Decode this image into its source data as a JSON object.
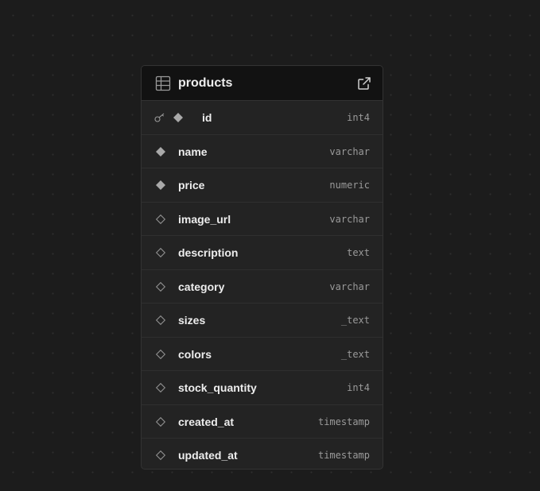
{
  "table": {
    "name": "products",
    "header_icon": "table-icon",
    "action_icon": "external-link-icon",
    "columns": [
      {
        "name": "id",
        "type": "int4",
        "primary_key": true,
        "marker": "filled"
      },
      {
        "name": "name",
        "type": "varchar",
        "primary_key": false,
        "marker": "filled"
      },
      {
        "name": "price",
        "type": "numeric",
        "primary_key": false,
        "marker": "filled"
      },
      {
        "name": "image_url",
        "type": "varchar",
        "primary_key": false,
        "marker": "outline"
      },
      {
        "name": "description",
        "type": "text",
        "primary_key": false,
        "marker": "outline"
      },
      {
        "name": "category",
        "type": "varchar",
        "primary_key": false,
        "marker": "outline"
      },
      {
        "name": "sizes",
        "type": "_text",
        "primary_key": false,
        "marker": "outline"
      },
      {
        "name": "colors",
        "type": "_text",
        "primary_key": false,
        "marker": "outline"
      },
      {
        "name": "stock_quantity",
        "type": "int4",
        "primary_key": false,
        "marker": "outline"
      },
      {
        "name": "created_at",
        "type": "timestamp",
        "primary_key": false,
        "marker": "outline"
      },
      {
        "name": "updated_at",
        "type": "timestamp",
        "primary_key": false,
        "marker": "outline"
      }
    ]
  },
  "colors": {
    "background": "#1c1c1c",
    "card": "#232323",
    "header": "#121212",
    "text": "#ededed",
    "type_text": "#9a9a9a",
    "marker": "#a0a0a0"
  }
}
